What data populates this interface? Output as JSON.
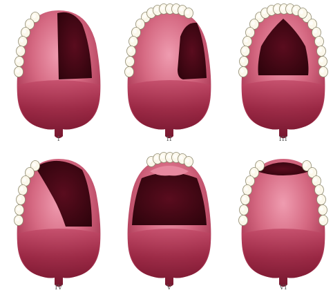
{
  "figures": [
    {
      "label": "I",
      "defect": "unilateral-posterior"
    },
    {
      "label": "II",
      "defect": "unilateral-partial"
    },
    {
      "label": "III",
      "defect": "central-palatal"
    },
    {
      "label": "IV",
      "defect": "unilateral-extended"
    },
    {
      "label": "V",
      "defect": "bilateral-posterior"
    },
    {
      "label": "VI",
      "defect": "anterior"
    }
  ],
  "colors": {
    "palate_light": "#e7889f",
    "palate_mid": "#c04a68",
    "palate_dark": "#7a1730",
    "defect": "#3a0510",
    "tooth": "#fbf7ea",
    "tooth_edge": "#8f8a70"
  }
}
